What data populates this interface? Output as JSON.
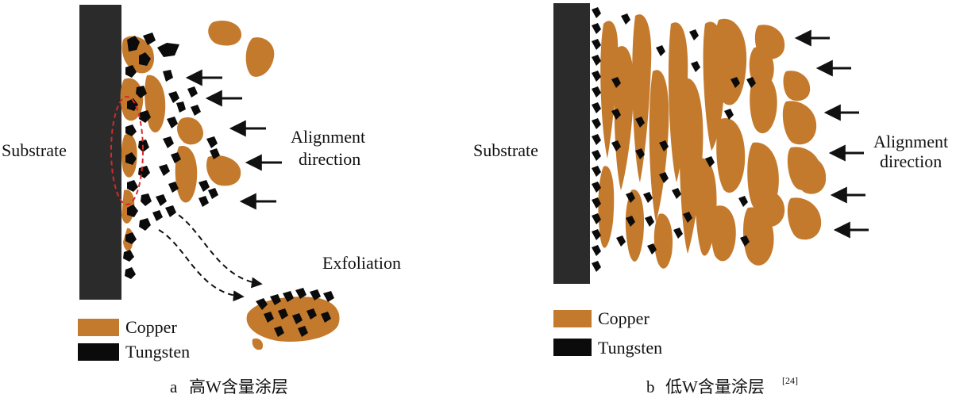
{
  "colors": {
    "copper": "#C47A2C",
    "tungsten": "#0B0B0B",
    "substrate": "#2B2B2B",
    "highlight": "#D42A2A"
  },
  "panel_a": {
    "substrate_label": "Substrate",
    "alignment_label_line1": "Alignment",
    "alignment_label_line2": "direction",
    "exfoliation_label": "Exfoliation",
    "legend_copper": "Copper",
    "legend_tungsten": "Tungsten",
    "caption_letter": "a",
    "caption_text": "高W含量涂层"
  },
  "panel_b": {
    "substrate_label": "Substrate",
    "alignment_label_line1": "Alignment",
    "alignment_label_line2": "direction",
    "legend_copper": "Copper",
    "legend_tungsten": "Tungsten",
    "caption_letter": "b",
    "caption_text": "低W含量涂层",
    "caption_ref": "[24]"
  }
}
